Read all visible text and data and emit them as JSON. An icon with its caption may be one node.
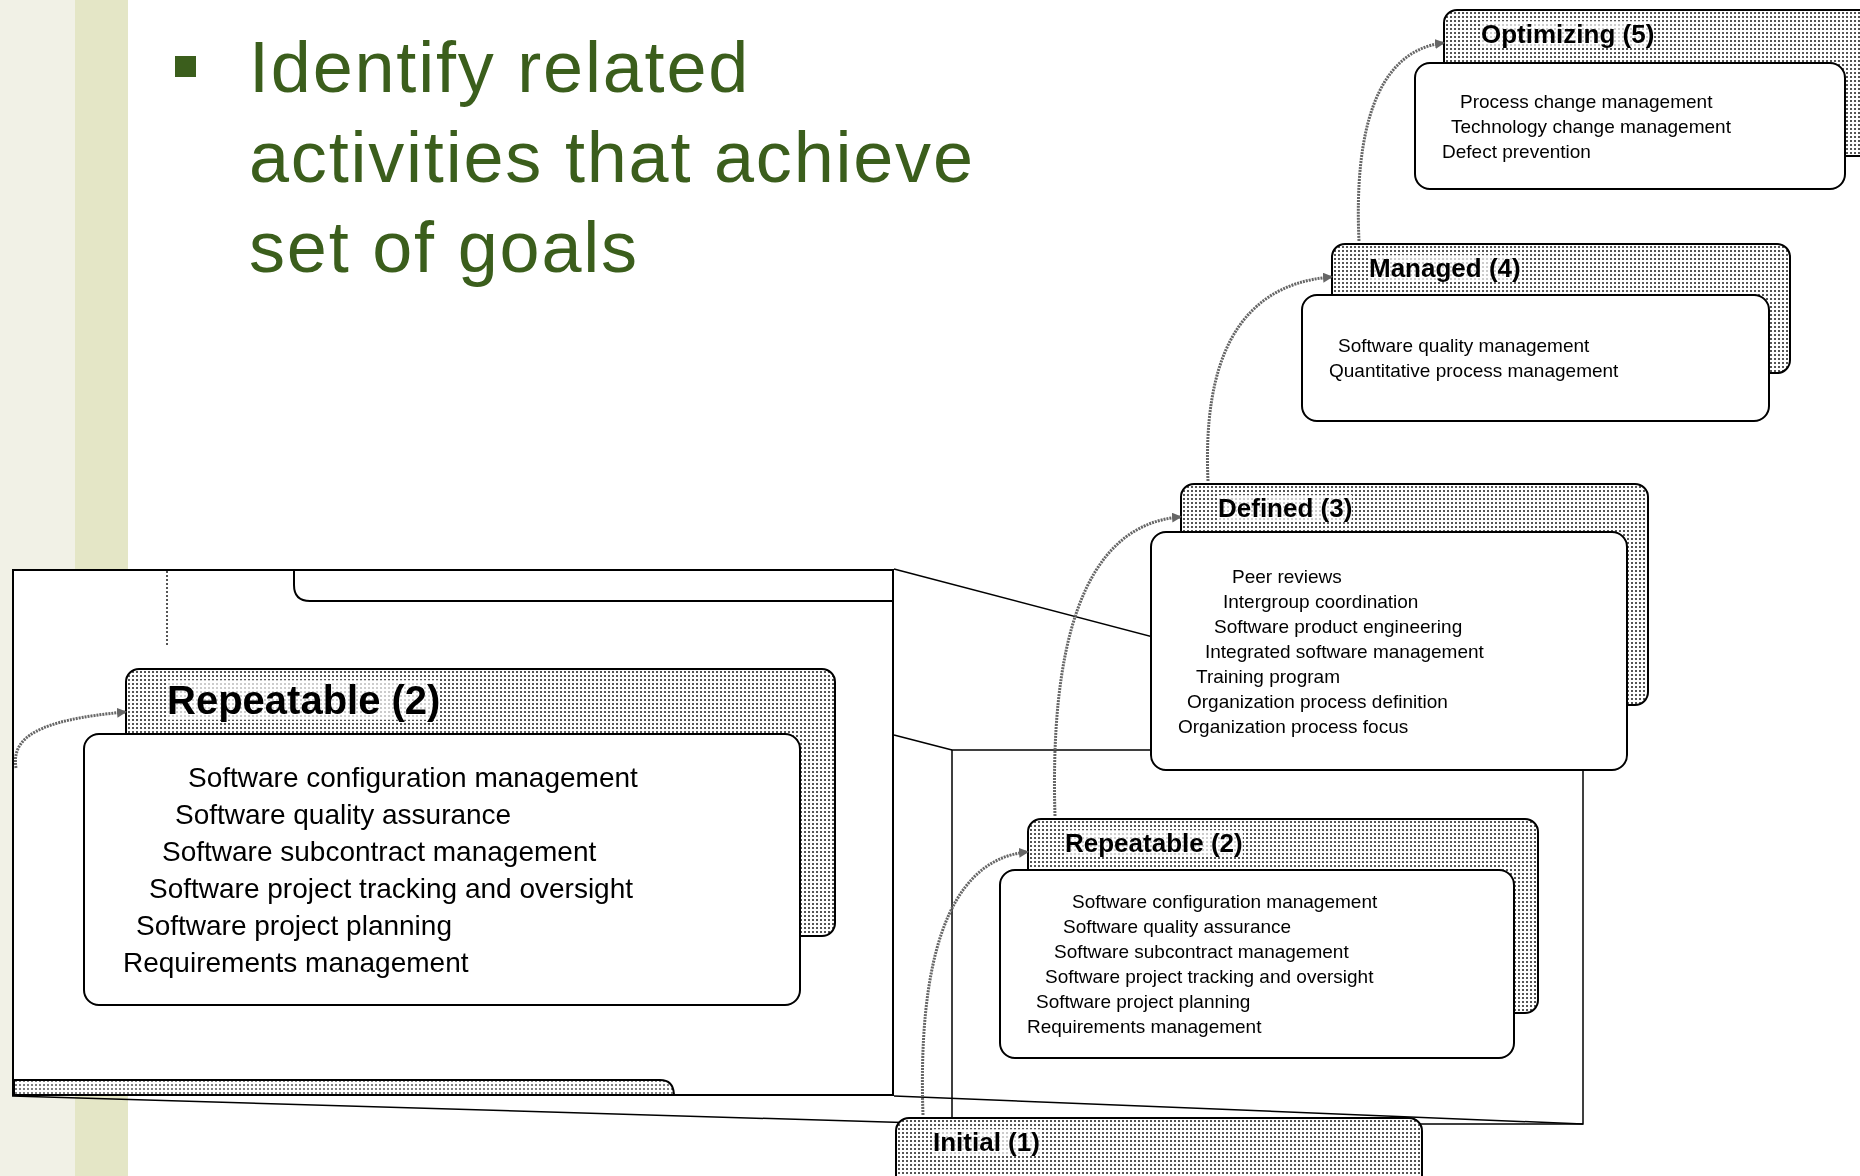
{
  "diagram": {
    "title": "Identify related activities that achieve set of goals",
    "nodes": [
      {
        "text": [
          "Optimizing (5)",
          "Process change management",
          "Technology change management",
          "Defect prevention"
        ]
      },
      {
        "text": [
          "Managed (4)",
          "Software quality management",
          "Quantitative process management"
        ]
      },
      {
        "text": [
          "Defined (3)",
          "Peer reviews",
          "Intergroup coordination",
          "Software product engineering",
          "Integrated software management",
          "Training program",
          "Organization process definition",
          "Organization process focus"
        ]
      },
      {
        "text": [
          "Repeatable (2)",
          "Software configuration management",
          "Software quality assurance",
          "Software subcontract management",
          "Software project tracking and oversight",
          "Software project planning",
          "Requirements management"
        ]
      },
      {
        "text": [
          "Repeatable (2)",
          "Software configuration management",
          "Software quality assurance",
          "Software subcontract management",
          "Software project tracking and oversight",
          "Software project planning",
          "Requirements management"
        ]
      },
      {
        "text": [
          "Initial (1)"
        ]
      }
    ],
    "edges": [
      {
        "from": 5,
        "to": 4,
        "arrow": "to"
      },
      {
        "from": 4,
        "to": 2,
        "arrow": "to"
      },
      {
        "from": 2,
        "to": 1,
        "arrow": "to"
      },
      {
        "from": 1,
        "to": 0,
        "arrow": "to"
      },
      {
        "from": null,
        "to": 3,
        "arrow": "to"
      }
    ]
  }
}
